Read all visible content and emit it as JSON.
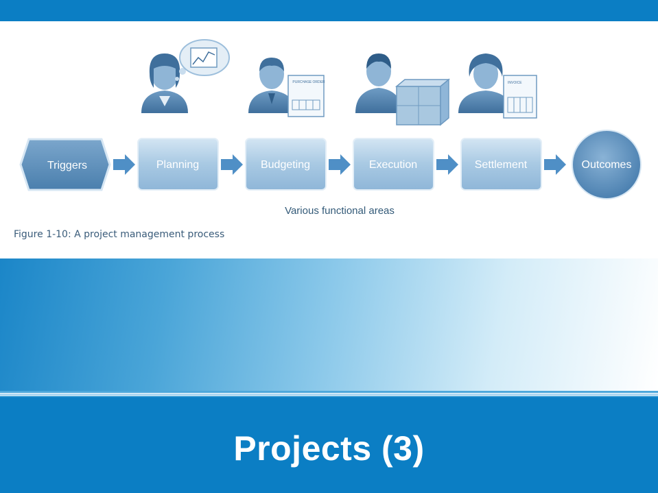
{
  "slide": {
    "title": "Projects (3)"
  },
  "figure": {
    "caption": "Figure 1-10: A project management process",
    "functional_areas_label": "Various functional areas",
    "nodes": [
      {
        "id": "triggers",
        "label": "Triggers",
        "shape": "hexagon"
      },
      {
        "id": "planning",
        "label": "Planning",
        "shape": "rounded-box",
        "person_icon": "person-with-chart-thought-icon"
      },
      {
        "id": "budgeting",
        "label": "Budgeting",
        "shape": "rounded-box",
        "person_icon": "person-with-purchase-order-icon"
      },
      {
        "id": "execution",
        "label": "Execution",
        "shape": "rounded-box",
        "person_icon": "person-with-boxes-icon"
      },
      {
        "id": "settlement",
        "label": "Settlement",
        "shape": "rounded-box",
        "person_icon": "person-with-invoice-icon"
      },
      {
        "id": "outcomes",
        "label": "Outcomes",
        "shape": "circle"
      }
    ],
    "document_labels": {
      "purchase_order": "PURCHASE ORDER",
      "invoice": "INVOICE"
    }
  },
  "colors": {
    "band_blue": "#0b7ec4",
    "node_fill": "#a9c8e0",
    "node_dark": "#5d8db7",
    "arrow": "#4f8fc6"
  }
}
